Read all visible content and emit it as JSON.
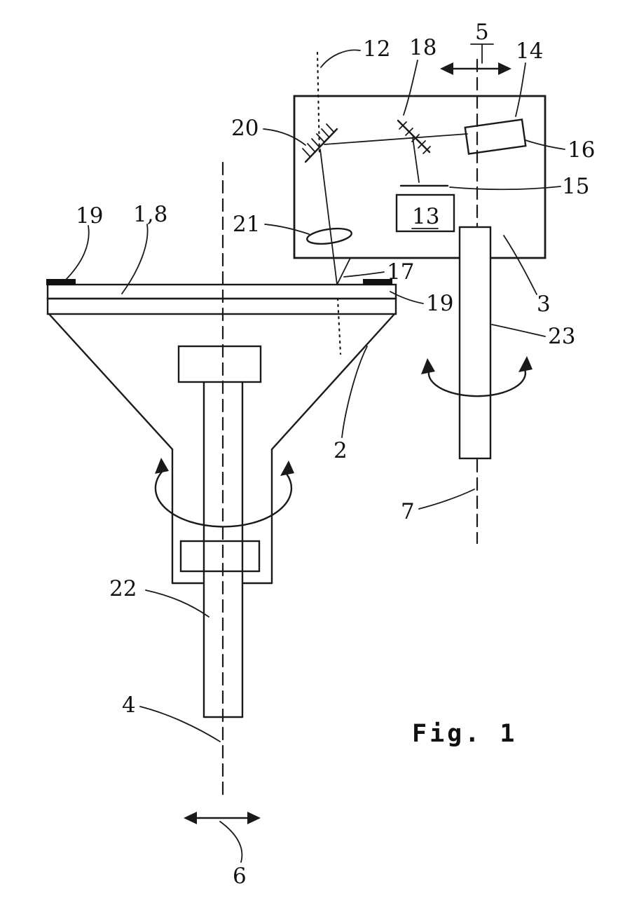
{
  "figure": {
    "caption": "Fig. 1",
    "labels": {
      "l12": "12",
      "l18": "18",
      "l5": "5",
      "l14": "14",
      "l16": "16",
      "l15": "15",
      "l13": "13",
      "l20": "20",
      "l21": "21",
      "l19_left": "19",
      "l1_8": "1,8",
      "l17": "17",
      "l19_right": "19",
      "l3": "3",
      "l23": "23",
      "l2": "2",
      "l7": "7",
      "l22": "22",
      "l4": "4",
      "l6": "6"
    },
    "colors": {
      "line": "#1a1a1a",
      "background": "#ffffff"
    }
  }
}
